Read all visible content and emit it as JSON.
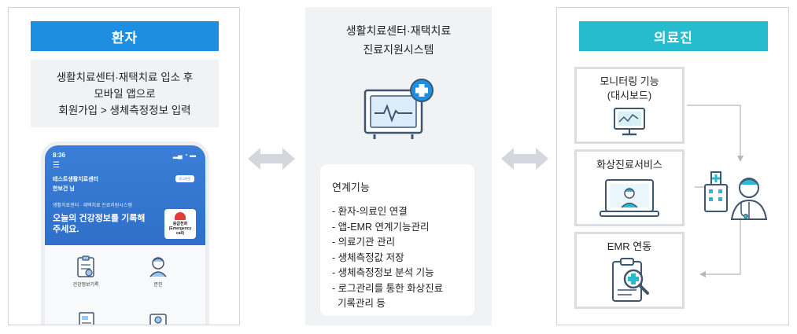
{
  "patient_panel": {
    "header": "환자",
    "description_lines": [
      "생활치료센터·재택치료 입소 후",
      "모바일 앱으로",
      "회원가입 > 생체측정정보 입력"
    ],
    "phone": {
      "time": "8:36",
      "pill": "로그아웃",
      "center_name": "테스트생활치료센터",
      "user_name": "한보건 님",
      "system_name": "생활치료센터 · 재택치료 진료지원시스템",
      "greeting": "오늘의 건강정보를 기록해주세요.",
      "emergency_label": "응급전화",
      "emergency_label_en": "(Emergency call)",
      "tiles": [
        "건강정보기록",
        "문진"
      ]
    }
  },
  "system_panel": {
    "title_lines": [
      "생활치료센터·재택치료",
      "진료지원시스템"
    ],
    "features_title": "연계기능",
    "features": [
      "- 환자-의료인 연결",
      "- 앱-EMR 연계기능관리",
      "- 의료기관 관리",
      "- 생체측정값 저장",
      "- 생체측정정보 분석 기능",
      "- 로그관리를 통한 화상진료",
      "  기록관리 등"
    ]
  },
  "medical_panel": {
    "header": "의료진",
    "services": [
      {
        "label_lines": [
          "모니터링 기능",
          "(대시보드)"
        ],
        "icon": "dashboard-monitor-icon"
      },
      {
        "label_lines": [
          "화상진료서비스"
        ],
        "icon": "video-consult-laptop-icon"
      },
      {
        "label_lines": [
          "EMR 연동"
        ],
        "icon": "medical-record-search-icon"
      }
    ],
    "staff_icon": "medical-staff-icon"
  },
  "colors": {
    "patient_header": "#1e8ee0",
    "medical_header": "#26bccd",
    "icon_blue": "#1e8ee0",
    "icon_teal": "#26bccd",
    "arrow_gray": "#d4d8de"
  }
}
